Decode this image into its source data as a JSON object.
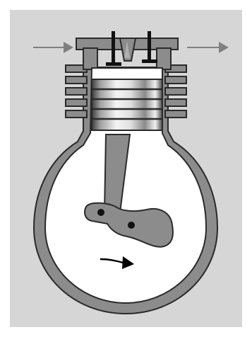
{
  "diagram": {
    "type": "two-stroke engine cross-section",
    "parts": [
      "intake-arrow",
      "exhaust-arrow",
      "cylinder-head",
      "valve-left",
      "valve-right",
      "cooling-fins",
      "piston",
      "piston-rings",
      "connecting-rod",
      "crank-arm",
      "crankcase",
      "rotation-arrow"
    ],
    "colors": {
      "background": "#d6d6d6",
      "casing": "#8c8c8c",
      "casing_outline": "#2a2a2a",
      "chamber": "#ffffff",
      "piston_light": "#f2f2f2",
      "piston_dark": "#555555",
      "rod": "#8c8c8c",
      "arrows": "#808080",
      "rotation_arrow": "#000000"
    }
  }
}
